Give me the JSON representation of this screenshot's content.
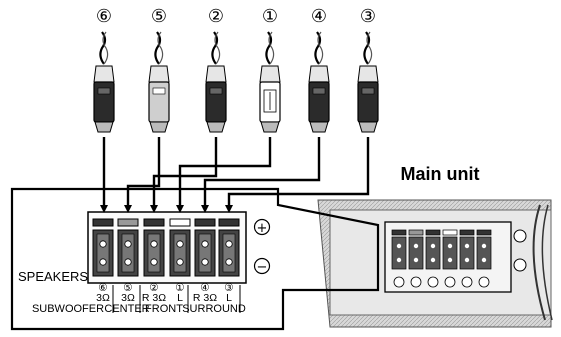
{
  "plug_numbers": [
    "⑥",
    "⑤",
    "②",
    "①",
    "④",
    "③"
  ],
  "main_unit_label": "Main unit",
  "speakers_label": "SPEAKERS",
  "plus_symbol": "+",
  "minus_symbol": "−",
  "terminals": [
    {
      "num": "⑥",
      "impedance": "3Ω"
    },
    {
      "num": "⑤",
      "impedance": "3Ω"
    },
    {
      "num": "②",
      "impedance": "R 3Ω"
    },
    {
      "num": "①",
      "impedance": "L"
    },
    {
      "num": "④",
      "impedance": "R 3Ω"
    },
    {
      "num": "③",
      "impedance": "L"
    }
  ],
  "groups": {
    "subwoofer": "SUBWOOFER",
    "center": "CENTER",
    "front": "FRONT",
    "surround": "SURROUND"
  }
}
